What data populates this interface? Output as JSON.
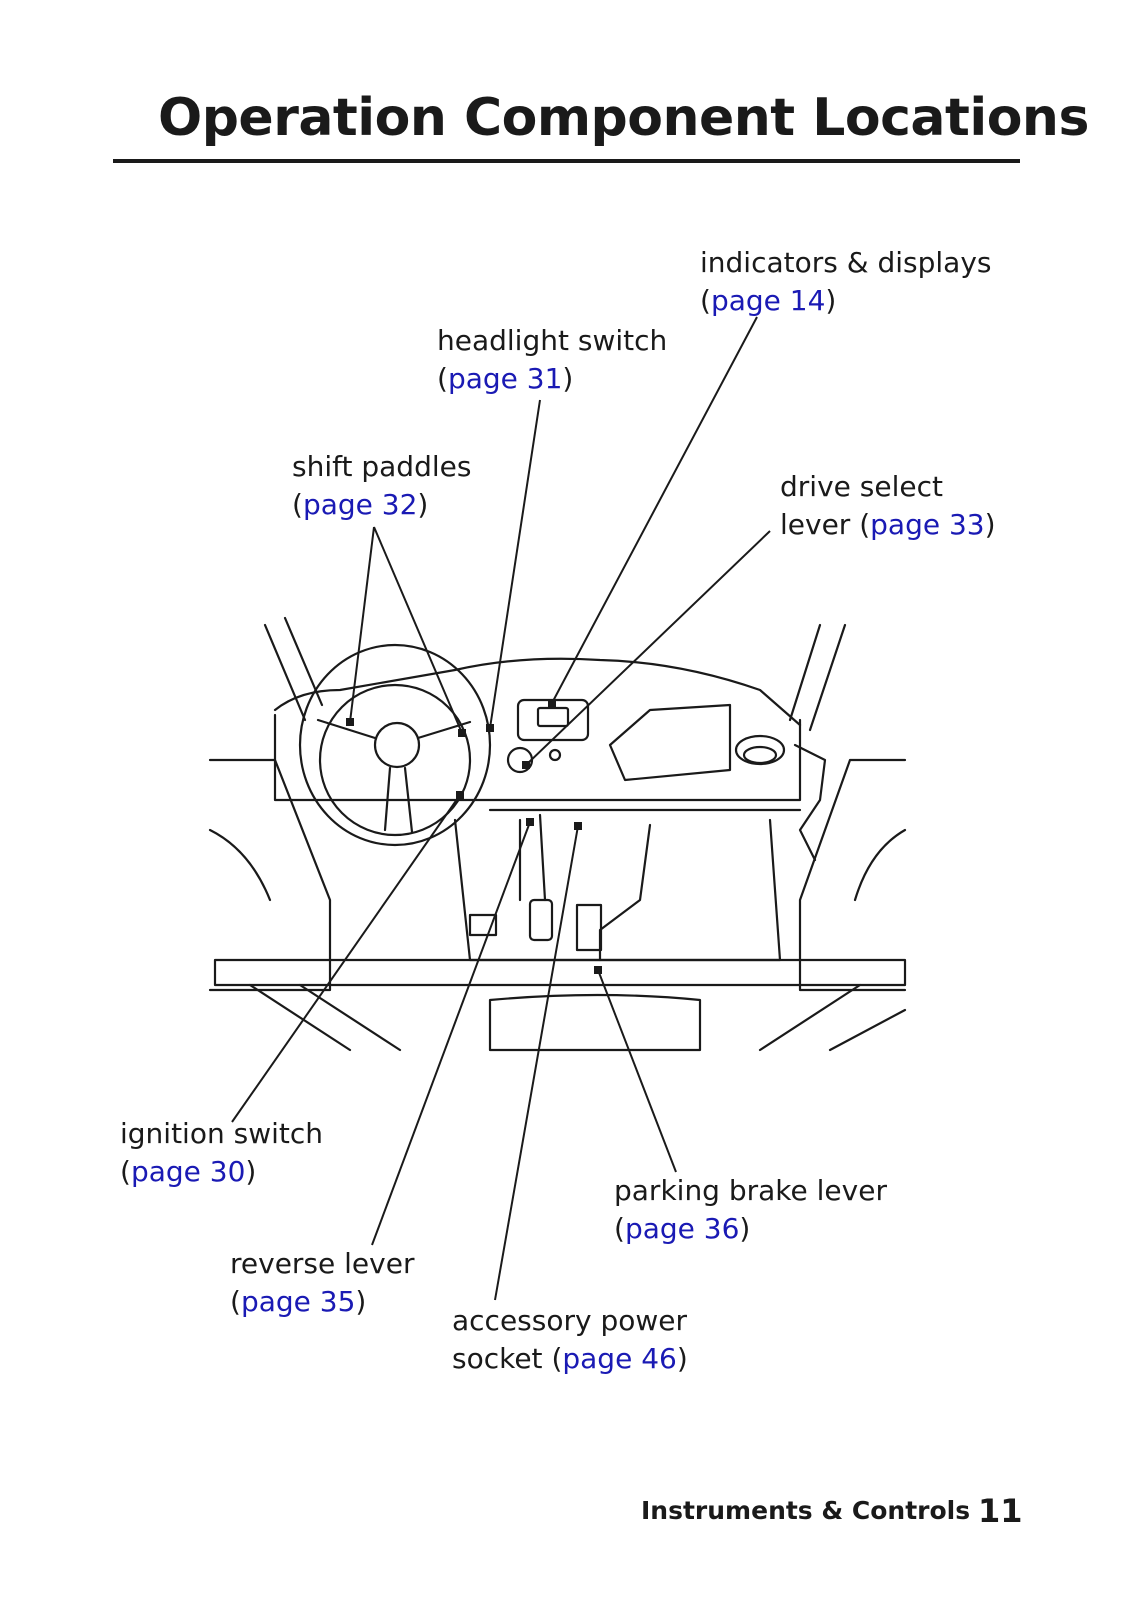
{
  "title": "Operation Component Locations",
  "callouts": {
    "indicators": {
      "label": "indicators & displays",
      "link": "page 14"
    },
    "headlight": {
      "label": "headlight switch",
      "link": "page 31"
    },
    "shift": {
      "label": "shift paddles",
      "link": "page 32"
    },
    "drive_line1": "drive select",
    "drive_line2": "lever",
    "drive_link": "page 33",
    "ignition": {
      "label": "ignition switch",
      "link": "page 30"
    },
    "parking": {
      "label": "parking brake lever",
      "link": "page 36"
    },
    "reverse": {
      "label": "reverse lever",
      "link": "page 35"
    },
    "accessory_line1": "accessory power",
    "accessory_line2": "socket",
    "accessory_link": "page 46"
  },
  "footer": {
    "section": "Instruments & Controls",
    "page_number": "11"
  },
  "colors": {
    "text": "#1a1a1a",
    "link": "#1a1ab4"
  }
}
